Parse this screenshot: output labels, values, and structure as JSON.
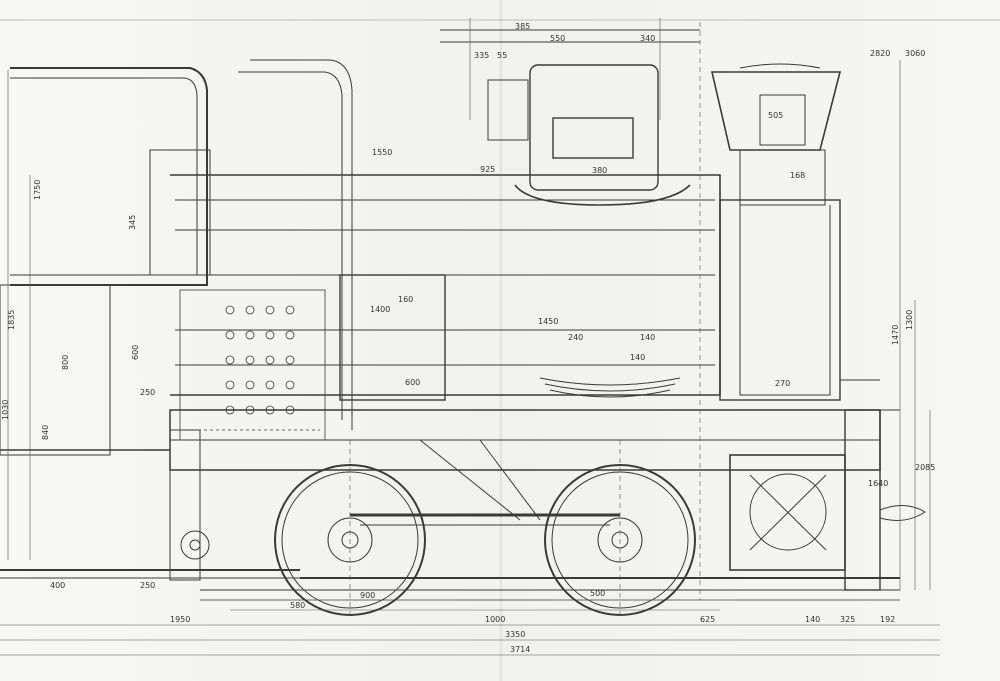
{
  "drawing": {
    "title": "",
    "dimensions": {
      "top": [
        "385",
        "550",
        "340",
        "335",
        "55",
        "2820",
        "3060"
      ],
      "vertical": [
        "1835",
        "1750",
        "1470",
        "1300",
        "1030",
        "800",
        "840",
        "600",
        "345"
      ],
      "bottom": [
        "1000",
        "3350",
        "3714",
        "625",
        "140",
        "192",
        "325",
        "1950",
        "400",
        "250",
        "580",
        "900",
        "500"
      ],
      "body": [
        "1450",
        "1400",
        "240",
        "140",
        "140",
        "1550",
        "925",
        "380",
        "505",
        "160",
        "250",
        "600",
        "1640",
        "2085",
        "270",
        "168"
      ]
    }
  }
}
